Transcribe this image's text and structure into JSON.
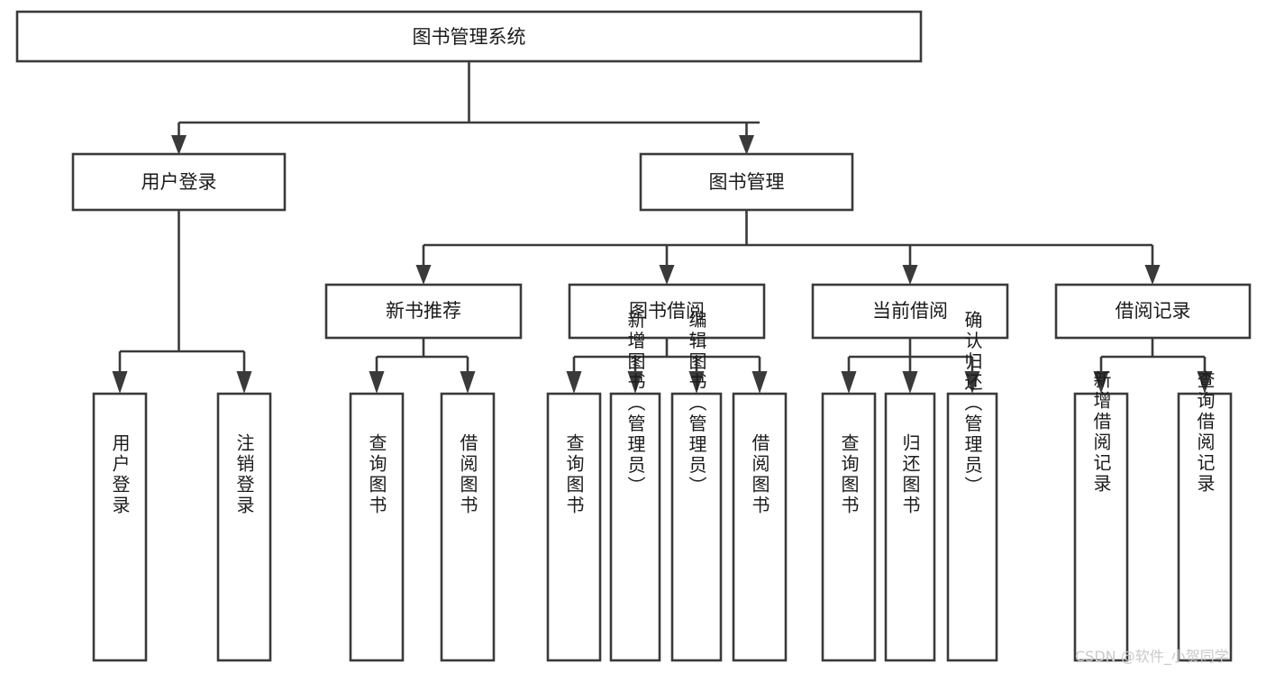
{
  "diagram": {
    "type": "tree-hierarchy-chart",
    "title": "图书管理系统",
    "watermark": "CSDN @软件_小贺同学",
    "colors": {
      "stroke": "#3a3a3a",
      "fill": "#ffffff",
      "text": "#1b1b1b",
      "watermark": "#c9c9c9",
      "background": "#ffffff"
    },
    "levels": [
      {
        "level": 1,
        "nodes": [
          {
            "id": "root",
            "label": "图书管理系统",
            "orientation": "horizontal"
          }
        ]
      },
      {
        "level": 2,
        "nodes": [
          {
            "id": "l2-login",
            "label": "用户登录",
            "orientation": "horizontal",
            "parent": "root"
          },
          {
            "id": "l2-book-mgmt",
            "label": "图书管理",
            "orientation": "horizontal",
            "parent": "root"
          }
        ]
      },
      {
        "level": 3,
        "nodes": [
          {
            "id": "l3-newbook",
            "label": "新书推荐",
            "orientation": "horizontal",
            "parent": "l2-book-mgmt"
          },
          {
            "id": "l3-borrow",
            "label": "图书借阅",
            "orientation": "horizontal",
            "parent": "l2-book-mgmt"
          },
          {
            "id": "l3-current",
            "label": "当前借阅",
            "orientation": "horizontal",
            "parent": "l2-book-mgmt"
          },
          {
            "id": "l3-record",
            "label": "借阅记录",
            "orientation": "horizontal",
            "parent": "l2-book-mgmt"
          }
        ]
      },
      {
        "level": 4,
        "nodes": [
          {
            "id": "leaf-1",
            "label": "用户登录",
            "orientation": "vertical",
            "parent": "l2-login"
          },
          {
            "id": "leaf-2",
            "label": "注销登录",
            "orientation": "vertical",
            "parent": "l2-login"
          },
          {
            "id": "leaf-3",
            "label": "查询图书",
            "orientation": "vertical",
            "parent": "l3-newbook"
          },
          {
            "id": "leaf-4",
            "label": "借阅图书",
            "orientation": "vertical",
            "parent": "l3-newbook"
          },
          {
            "id": "leaf-5",
            "label": "查询图书",
            "orientation": "vertical",
            "parent": "l3-borrow"
          },
          {
            "id": "leaf-6",
            "label": "新增图书（管理员）",
            "orientation": "vertical",
            "parent": "l3-borrow"
          },
          {
            "id": "leaf-7",
            "label": "编辑图书（管理员）",
            "orientation": "vertical",
            "parent": "l3-borrow"
          },
          {
            "id": "leaf-8",
            "label": "借阅图书",
            "orientation": "vertical",
            "parent": "l3-borrow"
          },
          {
            "id": "leaf-9",
            "label": "查询图书",
            "orientation": "vertical",
            "parent": "l3-current"
          },
          {
            "id": "leaf-10",
            "label": "归还图书",
            "orientation": "vertical",
            "parent": "l3-current"
          },
          {
            "id": "leaf-11",
            "label": "确认归还（管理员）",
            "orientation": "vertical",
            "parent": "l3-current"
          },
          {
            "id": "leaf-12",
            "label": "新增借阅记录",
            "orientation": "vertical",
            "parent": "l3-record"
          },
          {
            "id": "leaf-13",
            "label": "查询借阅记录",
            "orientation": "vertical",
            "parent": "l3-record"
          }
        ]
      }
    ]
  }
}
